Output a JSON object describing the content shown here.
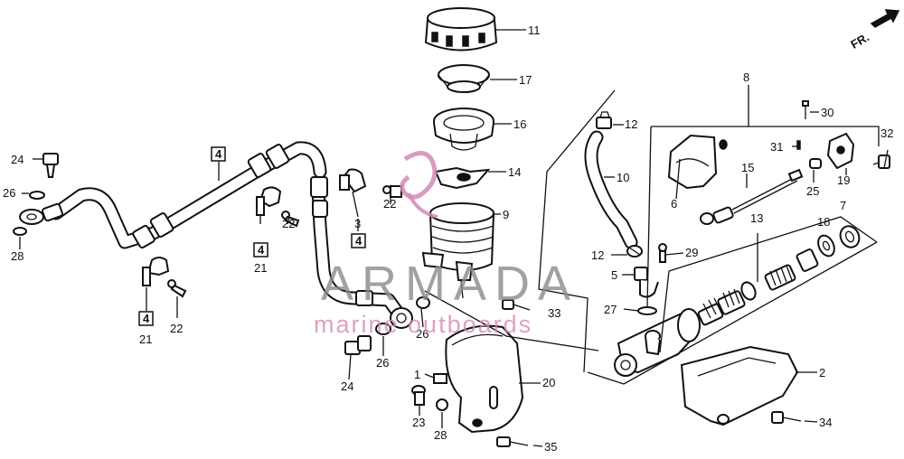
{
  "watermark": {
    "brand": "ARMADA",
    "tagline": "marine outboards",
    "accent": "#d48ab5"
  },
  "orientation": {
    "label": "FR."
  },
  "callouts": {
    "c1": "1",
    "c2": "2",
    "c3": "3",
    "c4a": "4",
    "c4b": "4",
    "c4c": "4",
    "c4d": "4",
    "c5": "5",
    "c6": "6",
    "c7": "7",
    "c8": "8",
    "c9": "9",
    "c10": "10",
    "c11": "11",
    "c12a": "12",
    "c12b": "12",
    "c13": "13",
    "c14": "14",
    "c15": "15",
    "c16": "16",
    "c17": "17",
    "c18": "18",
    "c19": "19",
    "c20": "20",
    "c21a": "21",
    "c21b": "21",
    "c22a": "22",
    "c22b": "22",
    "c22c": "22",
    "c23": "23",
    "c24a": "24",
    "c24b": "24",
    "c25": "25",
    "c26a": "26",
    "c26b": "26",
    "c26c": "26",
    "c27": "27",
    "c28a": "28",
    "c28b": "28",
    "c29": "29",
    "c30": "30",
    "c31": "31",
    "c32": "32",
    "c33": "33",
    "c34": "34",
    "c35": "35"
  }
}
